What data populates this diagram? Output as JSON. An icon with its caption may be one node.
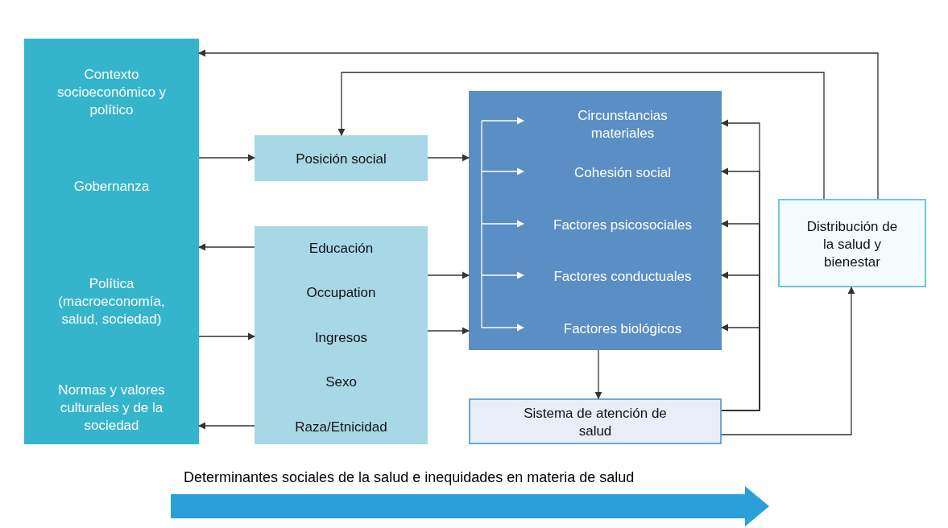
{
  "diagram": {
    "nodes": [
      {
        "text": [
          "Contexto socioeconómico y político",
          "Gobernanza",
          "Política (macroeconomía, salud, sociedad)",
          "Normas y valores culturales y de la sociedad"
        ]
      },
      {
        "text": [
          "Posición social"
        ]
      },
      {
        "text": [
          "Educación",
          "Occupation",
          "Ingresos",
          "Sexo",
          "Raza/Etnicidad"
        ]
      },
      {
        "text": [],
        "shape": "box"
      },
      {
        "text": [
          "Circunstancias materiales"
        ],
        "in": 3
      },
      {
        "text": [
          "Cohesión social"
        ],
        "in": 3
      },
      {
        "text": [
          "Factores psicosociales"
        ],
        "in": 3
      },
      {
        "text": [
          "Factores conductuales"
        ],
        "in": 3
      },
      {
        "text": [
          "Factores biológicos"
        ],
        "in": 3
      },
      {
        "text": [
          "Sistema de atención de salud"
        ]
      },
      {
        "text": [
          "Distribución de la salud y bienestar"
        ]
      }
    ],
    "edges": [
      {
        "from": 0,
        "to": 1,
        "arrow": "to"
      },
      {
        "from": 2,
        "to": 0,
        "arrow": "to"
      },
      {
        "from": 0,
        "to": 2,
        "arrow": "to"
      },
      {
        "from": 2,
        "to": 0,
        "arrow": "to"
      },
      {
        "from": 1,
        "to": 3,
        "arrow": "to"
      },
      {
        "from": 2,
        "to": 3,
        "arrow": "to"
      },
      {
        "from": 2,
        "to": 3,
        "arrow": "to"
      },
      {
        "from": null,
        "to": 4,
        "arrow": "to",
        "color": "#ffffff"
      },
      {
        "from": null,
        "to": 5,
        "arrow": "to",
        "color": "#ffffff"
      },
      {
        "from": null,
        "to": 6,
        "arrow": "to",
        "color": "#ffffff"
      },
      {
        "from": null,
        "to": 7,
        "arrow": "to",
        "color": "#ffffff"
      },
      {
        "from": null,
        "to": 8,
        "arrow": "to",
        "color": "#ffffff"
      },
      {
        "from": 3,
        "to": 9,
        "arrow": "to"
      },
      {
        "from": 9,
        "to": 4,
        "arrow": "to"
      },
      {
        "from": 9,
        "to": 5,
        "arrow": "to"
      },
      {
        "from": 9,
        "to": 6,
        "arrow": "to"
      },
      {
        "from": 9,
        "to": 7,
        "arrow": "to"
      },
      {
        "from": 9,
        "to": 8,
        "arrow": "to"
      },
      {
        "from": 9,
        "to": 10,
        "arrow": "to"
      },
      {
        "from": 10,
        "to": 0,
        "arrow": "to"
      },
      {
        "from": 10,
        "to": 1,
        "arrow": "to"
      }
    ],
    "labels": [
      "Determinantes sociales de la salud e inequidades en materia de salud"
    ]
  }
}
